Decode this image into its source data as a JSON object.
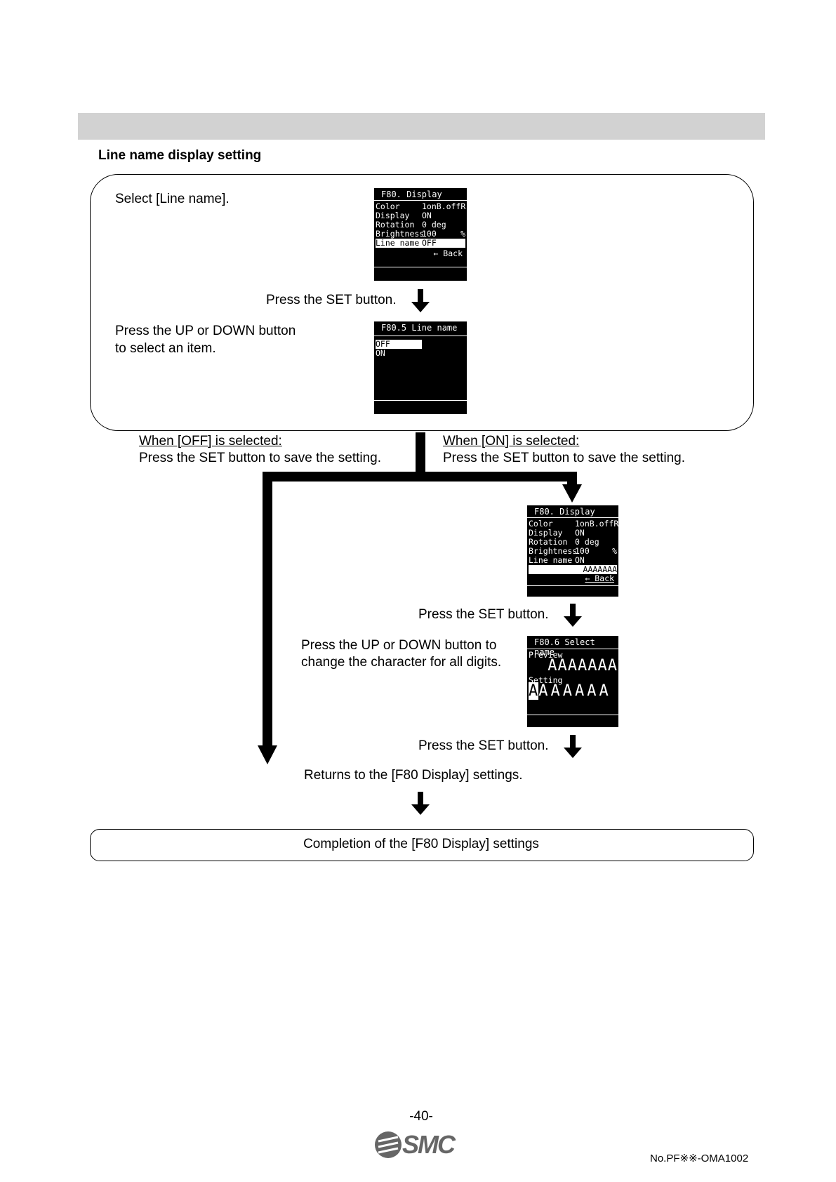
{
  "section": {
    "title": "Line name display setting"
  },
  "step1": {
    "instruction": "Select [Line name]."
  },
  "screen_display": {
    "title": "F80.  Display",
    "rows": [
      {
        "label": "Color",
        "value": "1onB.offR",
        "unit": ""
      },
      {
        "label": "Display",
        "value": "ON",
        "unit": ""
      },
      {
        "label": "Rotation",
        "value": "0 deg",
        "unit": ""
      },
      {
        "label": "Brightness",
        "value": "100",
        "unit": "%"
      },
      {
        "label": "Line name",
        "value": "OFF",
        "unit": ""
      }
    ],
    "back": "← Back"
  },
  "step2": {
    "press": "Press the SET button."
  },
  "step3": {
    "line1": "Press the UP or DOWN button",
    "line2": "to select an item."
  },
  "screen_linename": {
    "title": "F80.5 Line name",
    "options": [
      "OFF",
      "ON"
    ]
  },
  "branch_off": {
    "heading": "When [OFF] is selected:",
    "text": "Press the SET button to save the setting."
  },
  "branch_on": {
    "heading": "When [ON] is selected:",
    "text": "Press the SET button to save the setting."
  },
  "screen_display_on": {
    "title": "F80.  Display",
    "rows": [
      {
        "label": "Color",
        "value": "1onB.offR",
        "unit": ""
      },
      {
        "label": "Display",
        "value": "ON",
        "unit": ""
      },
      {
        "label": "Rotation",
        "value": "0 deg",
        "unit": ""
      },
      {
        "label": "Brightness",
        "value": "100",
        "unit": "%"
      },
      {
        "label": "Line name",
        "value": "ON",
        "unit": ""
      }
    ],
    "name_value": "AAAAAAA",
    "back": "← Back"
  },
  "step4": {
    "press": "Press the SET button."
  },
  "step5": {
    "line1": "Press the UP or DOWN button to",
    "line2": "change the character for all digits."
  },
  "screen_selectname": {
    "title": "F80.6 Select name",
    "preview_label": "Preview",
    "preview_value": "AAAAAAA",
    "setting_label": "Setting",
    "setting_cursor": "A",
    "setting_rest": "AAAAAA"
  },
  "step6": {
    "press": "Press the SET button."
  },
  "returns": "Returns to the [F80 Display] settings.",
  "completion": "Completion of the [F80 Display] settings",
  "footer": {
    "page_number": "-40-",
    "logo": "SMC",
    "doc_no": "No.PF※※-OMA1002"
  }
}
